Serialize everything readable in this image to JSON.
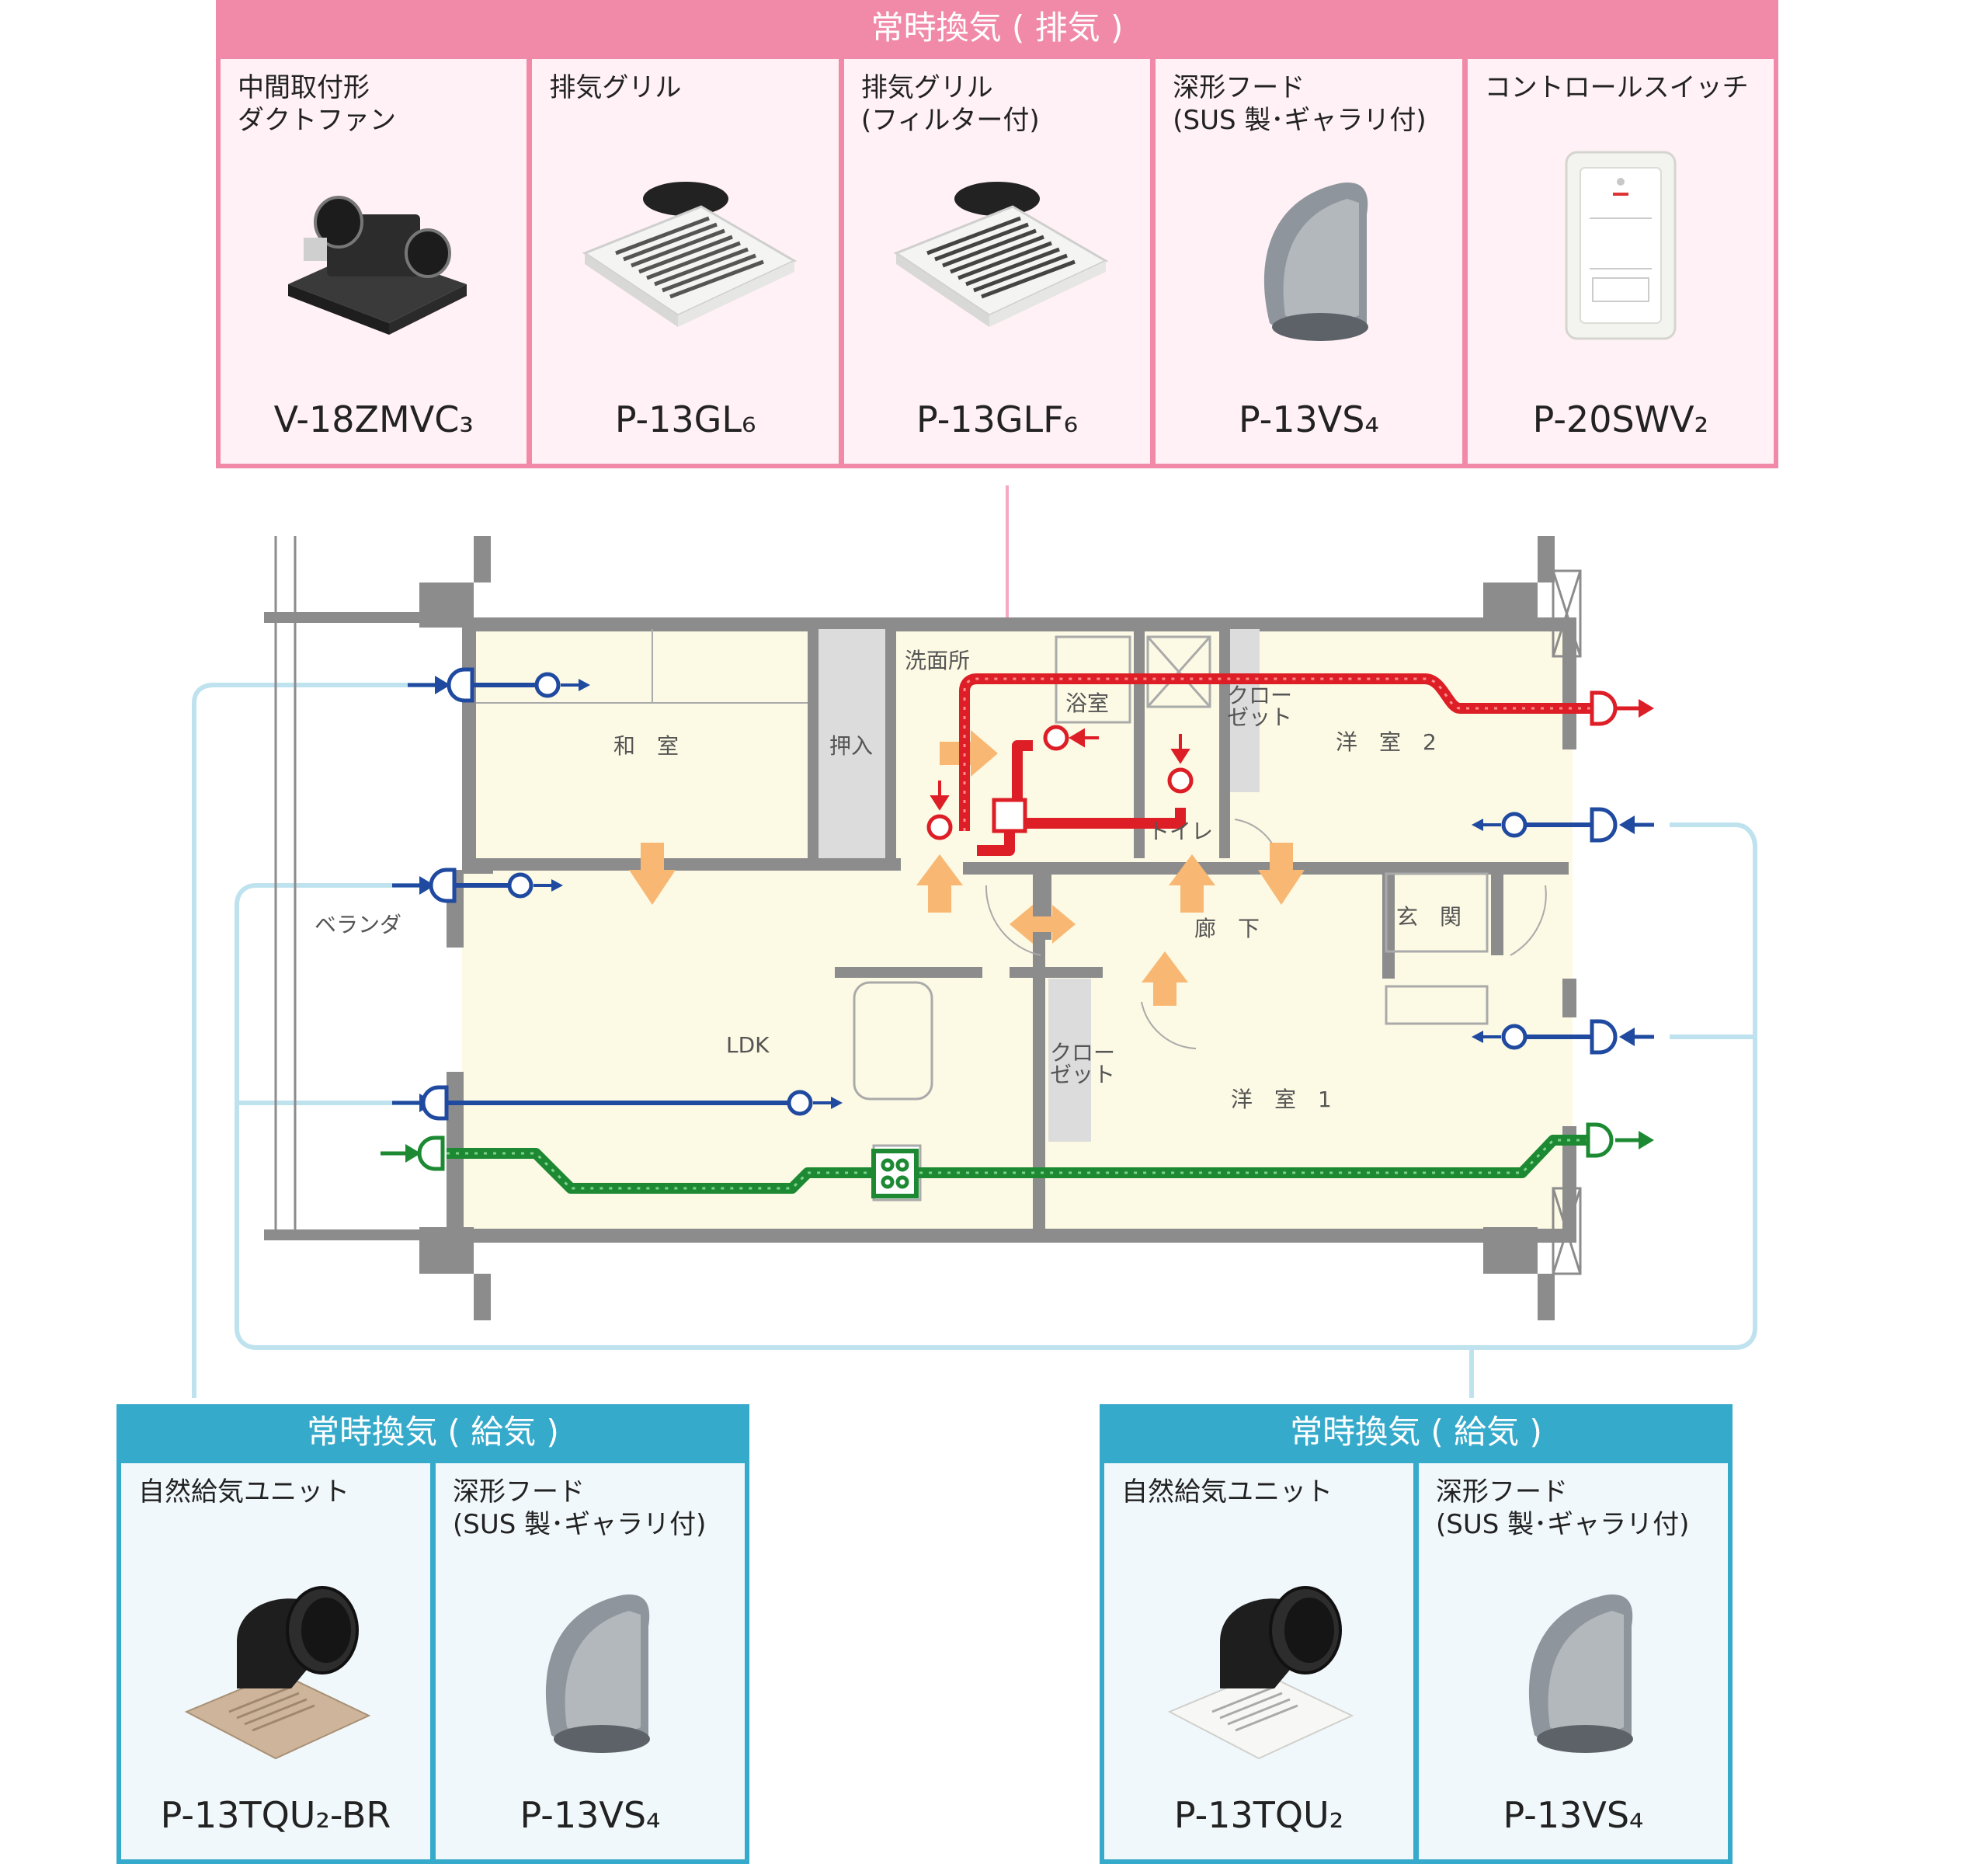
{
  "colors": {
    "exhaust_accent": "#f08aa8",
    "exhaust_card_bg": "#fff1f5",
    "supply_accent": "#36aacb",
    "supply_card_bg": "#f1f8fb",
    "exhaust_duct": "#dd1e26",
    "supply_duct_blue": "#1f4aa0",
    "ldk_duct_green": "#1d8a33",
    "airflow_orange": "#f8b873",
    "floor_fill": "#fcf9e4",
    "wall_gray": "#8c8c8c",
    "light_blue_line": "#bfe2ef"
  },
  "exhaust_panel": {
    "title": "常時換気 ( 排気 )",
    "items": [
      {
        "name": "中間取付形\nダクトファン",
        "model": "V-18ZMVC₃",
        "icon": "duct-fan-icon"
      },
      {
        "name": "排気グリル",
        "model": "P-13GL₆",
        "icon": "exhaust-grille-icon"
      },
      {
        "name": "排気グリル\n(フィルター付)",
        "model": "P-13GLF₆",
        "icon": "exhaust-grille-filter-icon"
      },
      {
        "name": "深形フード\n(SUS 製･ギャラリ付)",
        "model": "P-13VS₄",
        "icon": "deep-hood-icon"
      },
      {
        "name": "コントロールスイッチ",
        "model": "P-20SWV₂",
        "icon": "control-switch-icon"
      }
    ]
  },
  "supply_panel_left": {
    "title": "常時換気 ( 給気 )",
    "items": [
      {
        "name": "自然給気ユニット",
        "model": "P-13TQU₂-BR",
        "icon": "natural-air-supply-unit-icon"
      },
      {
        "name": "深形フード\n(SUS 製･ギャラリ付)",
        "model": "P-13VS₄",
        "icon": "deep-hood-icon"
      }
    ]
  },
  "supply_panel_right": {
    "title": "常時換気 ( 給気 )",
    "items": [
      {
        "name": "自然給気ユニット",
        "model": "P-13TQU₂",
        "icon": "natural-air-supply-unit-icon"
      },
      {
        "name": "深形フード\n(SUS 製･ギャラリ付)",
        "model": "P-13VS₄",
        "icon": "deep-hood-icon"
      }
    ]
  },
  "floor_plan": {
    "rooms": {
      "washroom": "洗面所",
      "japanese_room": "和　室",
      "closet_oshiire": "押入",
      "bathroom": "浴室",
      "closet_top": "クロー\nゼット",
      "western_room_2": "洋　室　2",
      "toilet": "トイレ",
      "corridor": "廊　下",
      "entrance": "玄　関",
      "veranda": "ベランダ",
      "ldk": "LDK",
      "closet_bottom": "クロー\nゼット",
      "western_room_1": "洋　室　1"
    }
  }
}
